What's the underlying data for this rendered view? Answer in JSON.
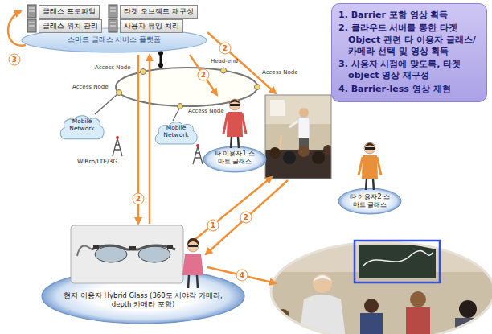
{
  "diagram": {
    "nodes": [
      {
        "text": [
          "스마트 글래스 서비스 플랫폼"
        ]
      },
      {
        "text": [
          "글래스 프로파일"
        ],
        "in": 0
      },
      {
        "text": [
          "타겟 오브젝트 재구성"
        ],
        "in": 0
      },
      {
        "text": [
          "글래스 위치 관리"
        ],
        "in": 0
      },
      {
        "text": [
          "사용자 뷰잉 처리"
        ],
        "in": 0
      },
      {
        "text": [
          "1. Barrier 포함 영상 획득",
          "2. 클라우드 서버를 통한 타겟 Object 관련 타 이용자 글래스/카메라 선택 및 영상 획득",
          "3. 사용자 시점에 맞도록, 타겟 object 영상 재구성",
          "4. Barrier-less 영상 재현"
        ]
      },
      {
        "text": [
          "Mobile Network"
        ]
      },
      {
        "text": [
          "Mobile Network"
        ]
      },
      {
        "text": [
          "타 이용자1 스마트 글래스"
        ]
      },
      {
        "text": [
          "타 이용자2 스마트 글래스"
        ]
      },
      {
        "text": [
          "현지 이용자 Hybrid Glass (360도 시야각 카메라, depth 카메라 포함)"
        ]
      }
    ],
    "edges": [
      {
        "from": 0,
        "to": 10,
        "arrow": "to",
        "label": "2"
      },
      {
        "from": 10,
        "to": 0,
        "arrow": "to"
      },
      {
        "from": 0,
        "to": 8,
        "arrow": "to",
        "label": "2"
      }
    ],
    "labels": [
      "Access Node",
      "Access Node",
      "Head-end",
      "Access Node",
      "Access Node",
      "WiBro/LTE/3G",
      "3",
      "2",
      "2",
      "1",
      "4"
    ]
  }
}
